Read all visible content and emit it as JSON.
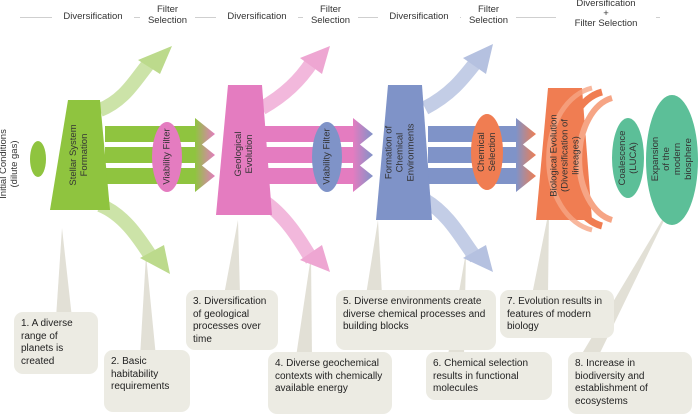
{
  "header": {
    "stages": [
      {
        "label": "Diversification"
      },
      {
        "label": "Filter\nSelection"
      },
      {
        "label": "Diversification"
      },
      {
        "label": "Filter\nSelection"
      },
      {
        "label": "Diversification"
      },
      {
        "label": "Filter\nSelection"
      },
      {
        "label": "Diversification\n+\nFilter Selection"
      }
    ]
  },
  "initial": "Initial Conditions\n(dilute gas)",
  "shapes": {
    "stellar": "Stellar System\nFormation",
    "viability": "Viability Filter",
    "geological": "Geological\nEvolution",
    "viability2": "Viability Filter",
    "chemenv": "Formation of\nChemical\nEnvironments",
    "chemsel": "Chemical\nSelection",
    "bio": "Biological Evolution\n(Diversification of\nlineages)",
    "luca": "Coalescence\n(LUCA)",
    "biosphere": "Expansion\nof the\nmodern\nbiosphere"
  },
  "notes": [
    "1. A diverse range of planets is created",
    "2. Basic habitability requirements",
    "3. Diversification of geological processes over time",
    "4. Diverse geochemical contexts with chemically available energy",
    "5. Diverse environments create diverse chemical processes and building blocks",
    "6. Chemical selection results in functional molecules",
    "7. Evolution results in features of modern biology",
    "8. Increase in biodiversity and establishment of ecosystems"
  ],
  "colors": {
    "green": "#8fc43f",
    "pink": "#e47cc0",
    "blue": "#7f93c8",
    "orange": "#f07d52",
    "teal": "#5cbf98",
    "note_bg": "#ecebe3"
  }
}
